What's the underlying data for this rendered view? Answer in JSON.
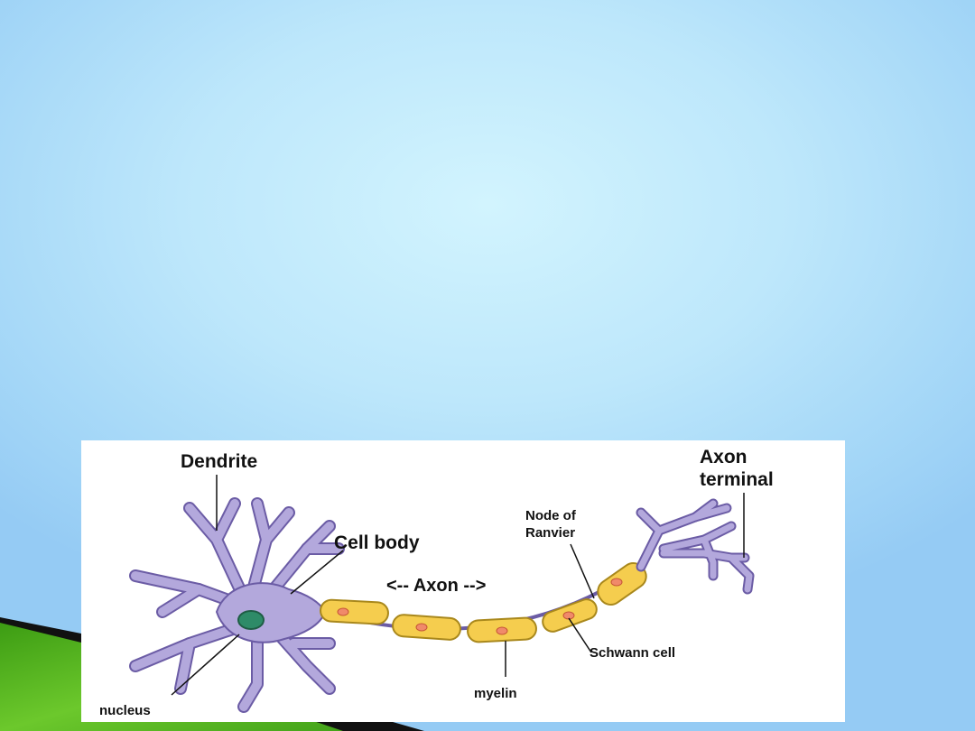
{
  "slide": {
    "colors": {
      "background": "#c9eefc",
      "accent_green": "#4fb51c",
      "accent_dark": "#111111",
      "neuron_body": "#b3a8dc",
      "neuron_outline": "#6b5ca5",
      "myelin_fill": "#f5cd4e",
      "myelin_outline": "#a9881c",
      "schwann_nucleus": "#f08a6a",
      "cell_nucleus": "#2e8b68"
    }
  },
  "diagram": {
    "labels": {
      "dendrite": "Dendrite",
      "axon_terminal_line1": "Axon",
      "axon_terminal_line2": "terminal",
      "cell_body": "Cell body",
      "node_of_ranvier_line1": "Node of",
      "node_of_ranvier_line2": "Ranvier",
      "axon": "<-- Axon -->",
      "schwann_cell": "Schwann cell",
      "myelin": "myelin",
      "nucleus": "nucleus"
    }
  }
}
